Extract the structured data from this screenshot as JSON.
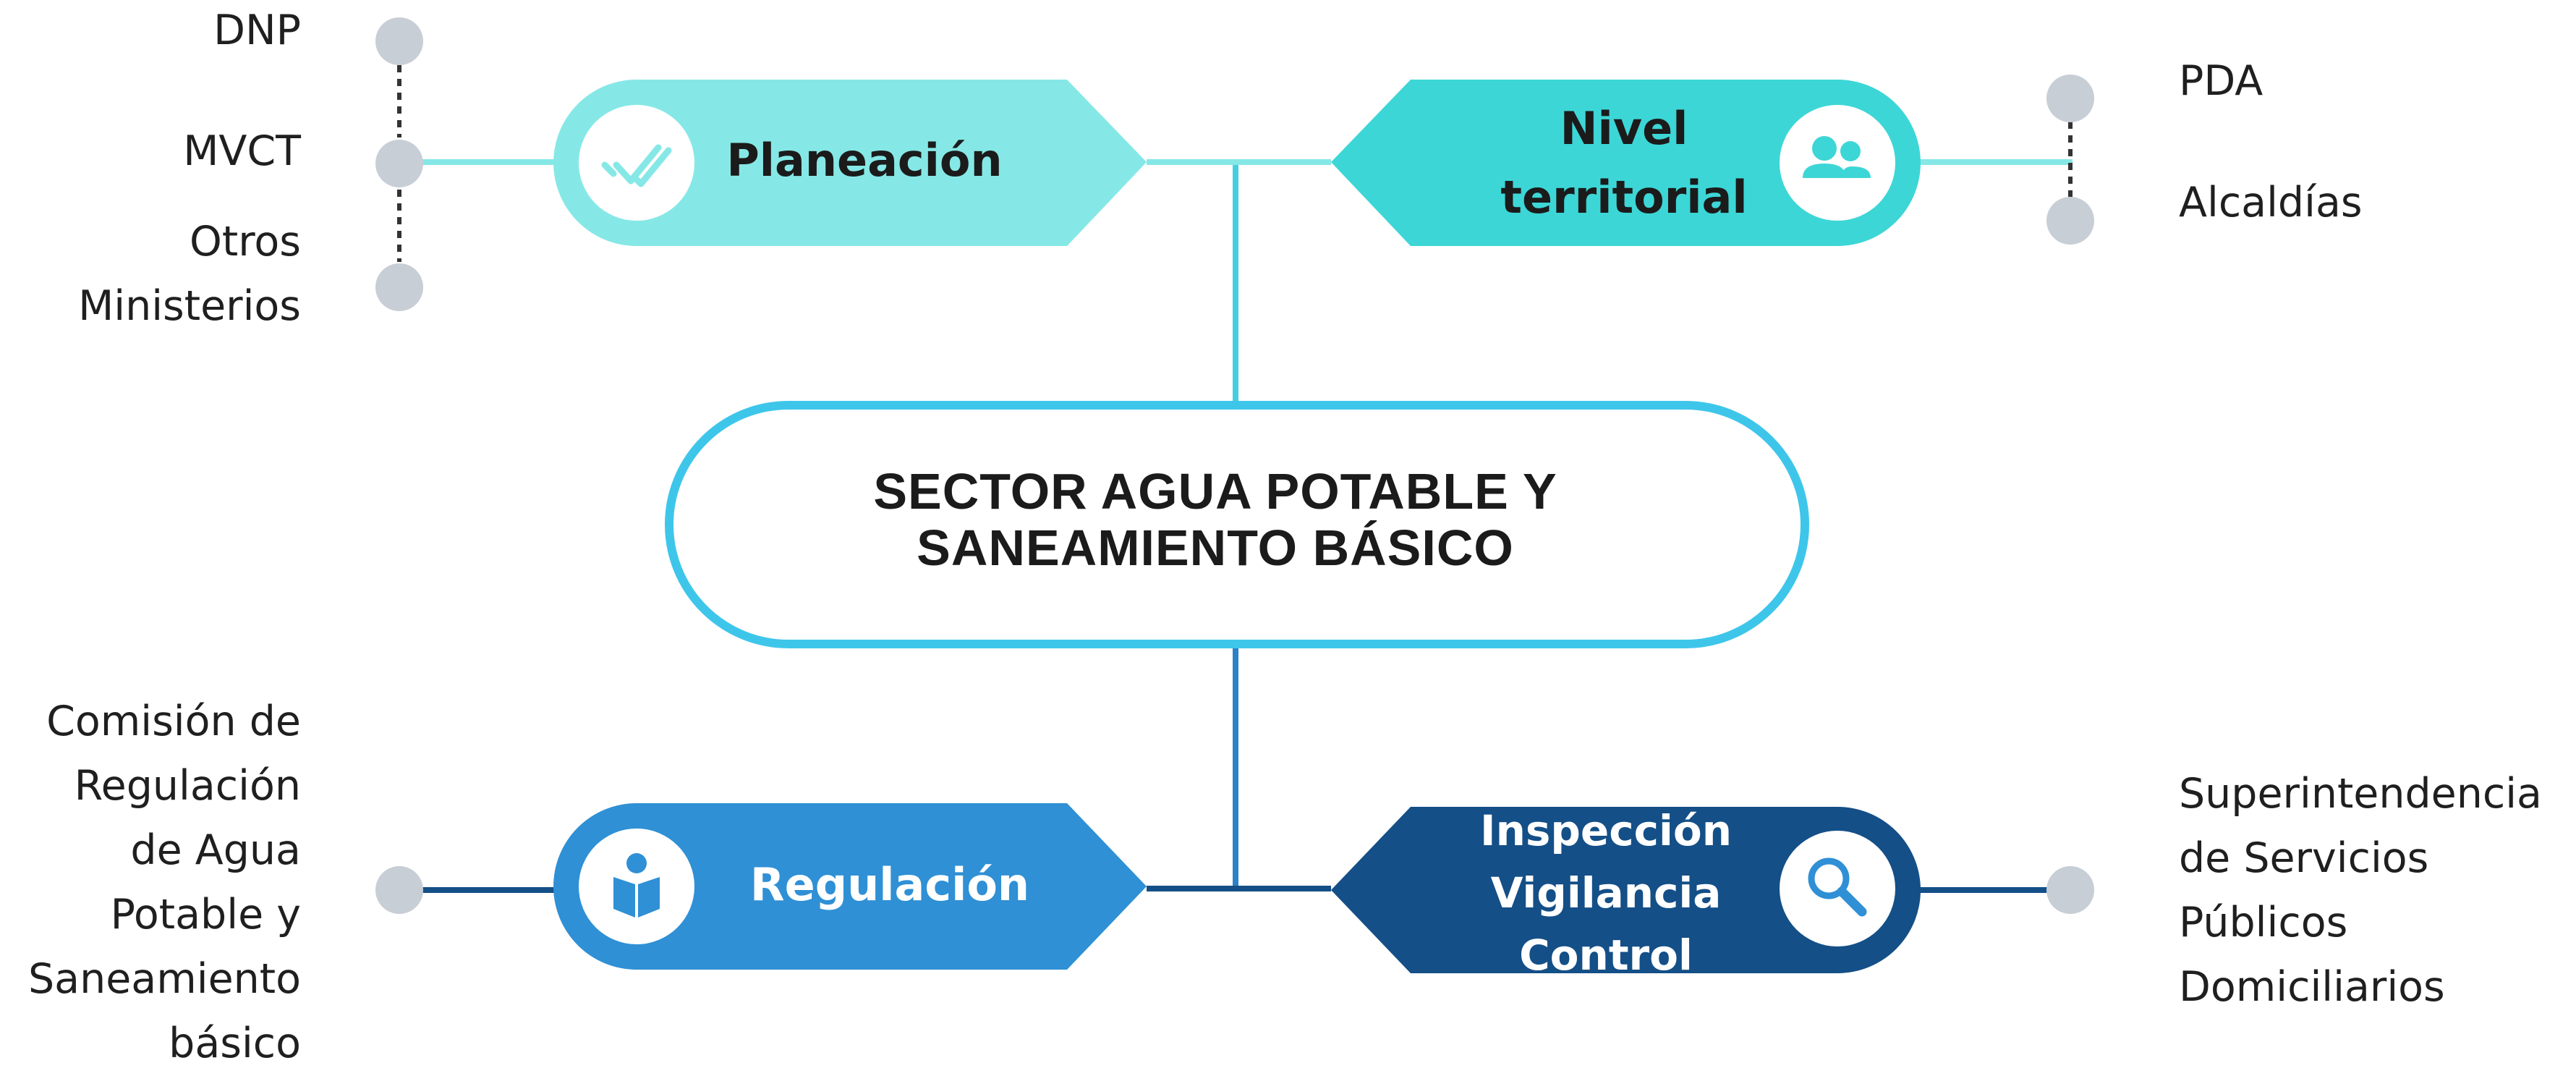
{
  "center": {
    "title_lines": [
      "SECTOR AGUA POTABLE Y",
      "SANEAMIENTO BÁSICO"
    ]
  },
  "branches": {
    "planeacion": {
      "label": "Planeación",
      "color": "#86e8e6",
      "icon": "double-check-icon",
      "related": [
        "DNP",
        "MVCT",
        [
          "Otros",
          "Ministerios"
        ]
      ]
    },
    "territorial": {
      "label_lines": [
        "Nivel",
        "territorial"
      ],
      "color": "#3dd6d6",
      "icon": "people-icon",
      "related": [
        "PDA",
        "Alcaldías"
      ]
    },
    "regulacion": {
      "label": "Regulación",
      "color": "#2f90d5",
      "icon": "reading-person-icon",
      "related_lines": [
        "Comisión de",
        "Regulación",
        "de Agua",
        "Potable y",
        "Saneamiento",
        "básico"
      ]
    },
    "inspeccion": {
      "label_lines": [
        "Inspección",
        "Vigilancia",
        "Control"
      ],
      "color": "#144f87",
      "icon": "magnifier-icon",
      "related_lines": [
        "Superintendencia",
        "de Servicios",
        "Públicos",
        "Domiciliarios"
      ]
    }
  },
  "colors": {
    "center_border": "#3ec6ea",
    "upper_connector": "#43cfe0",
    "lower_connector": "#2b82c8",
    "node_dot": "#c8ced6"
  }
}
